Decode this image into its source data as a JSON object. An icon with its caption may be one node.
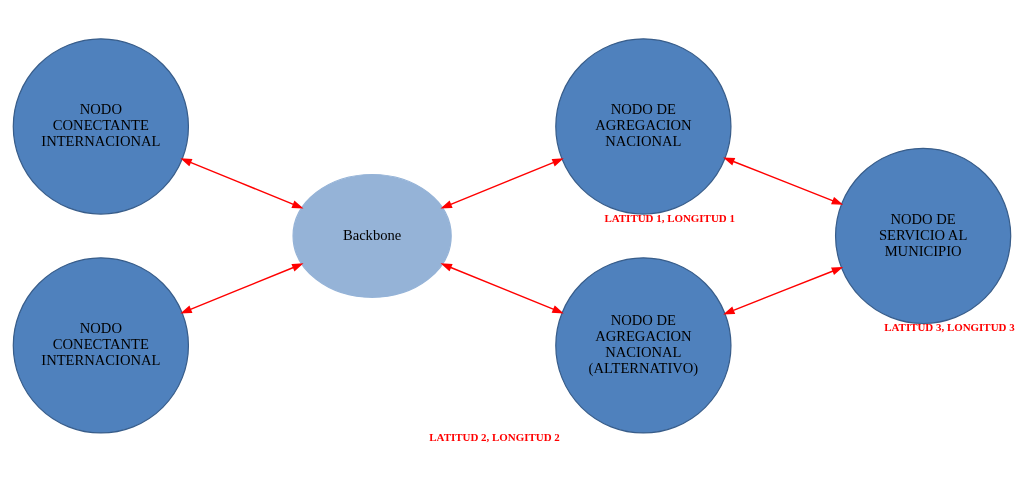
{
  "diagram": {
    "nodes": [
      {
        "text": [
          "NODO CONECTANTE INTERNACIONAL"
        ]
      },
      {
        "text": [
          "NODO DE AGREGACION NACIONAL"
        ],
        "beside": [
          "LATITUD 1, LONGITUD 1"
        ]
      },
      {
        "text": [
          "Backbone"
        ]
      },
      {
        "text": [
          "NODO DE SERVICIO AL MUNICIPIO"
        ],
        "beside": [
          "LATITUD 3, LONGITUD 3"
        ]
      },
      {
        "text": [
          "NODO CONECTANTE INTERNACIONAL"
        ]
      },
      {
        "text": [
          "NODO DE AGREGACION NACIONAL (ALTERNATIVO)"
        ],
        "beside": [
          "LATITUD 2, LONGITUD 2"
        ]
      }
    ],
    "edges": [
      {
        "from": 0,
        "to": 2,
        "arrow": "both"
      },
      {
        "from": 2,
        "to": 1,
        "arrow": "both"
      },
      {
        "from": 4,
        "to": 2,
        "arrow": "both"
      },
      {
        "from": 2,
        "to": 5,
        "arrow": "both"
      },
      {
        "from": 1,
        "to": 3,
        "arrow": "both"
      },
      {
        "from": 5,
        "to": 3,
        "arrow": "both"
      }
    ]
  }
}
